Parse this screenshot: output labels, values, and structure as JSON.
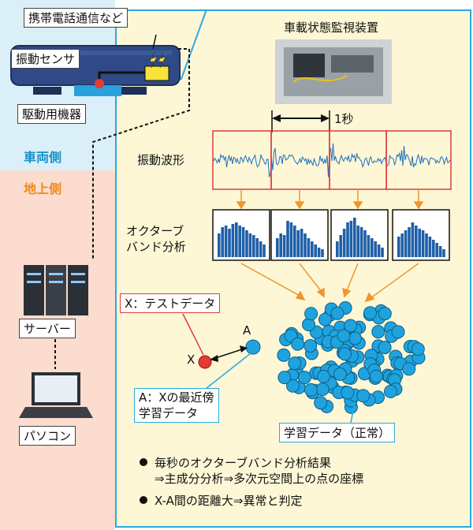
{
  "vehicle": {
    "side_label": "車両側",
    "phone_label": "携帯電話通信など",
    "sensor_label": "振動センサ",
    "drive_label": "駆動用機器"
  },
  "ground": {
    "side_label": "地上側",
    "server_label": "サーバー",
    "pc_label": "パソコン"
  },
  "monitor": {
    "title": "車載状態監視装置",
    "one_second": "1秒",
    "waveform_label": "振動波形",
    "octave_label_1": "オクターブ",
    "octave_label_2": "バンド分析",
    "test_data": "X：テストデータ",
    "x_mark": "X",
    "a_mark": "A",
    "nearest_1": "A：Xの最近傍",
    "nearest_2": "学習データ",
    "learning_data": "学習データ（正常）",
    "bullet_1a": "毎秒のオクターブバンド分析結果",
    "bullet_1b": "⇒主成分分析⇒多次元空間上の点の座標",
    "bullet_2": "X-A間の距離大⇒異常と判定"
  },
  "colors": {
    "vehicle_zone": "#dbeff8",
    "ground_zone": "#fbdccf",
    "panel_fill": "#fdf7d6",
    "panel_border": "#2aa9e0",
    "dot_blue": "#1fa3df",
    "dot_red": "#e53a2f",
    "arrow_orange": "#f0962c",
    "bar_blue": "#1f5fa8"
  }
}
